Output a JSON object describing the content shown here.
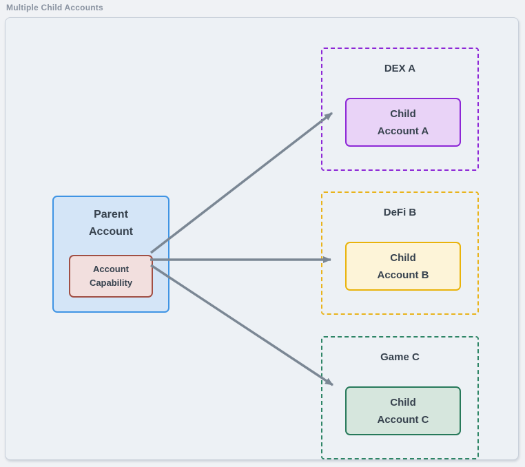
{
  "title": "Multiple Child Accounts",
  "parent": {
    "line1": "Parent",
    "line2": "Account",
    "capability_line1": "Account",
    "capability_line2": "Capability"
  },
  "groups": [
    {
      "label": "DEX A",
      "child_line1": "Child",
      "child_line2": "Account A"
    },
    {
      "label": "DeFi B",
      "child_line1": "Child",
      "child_line2": "Account B"
    },
    {
      "label": "Game C",
      "child_line1": "Child",
      "child_line2": "Account C"
    }
  ],
  "colors": {
    "frame_bg": "#edf1f5",
    "frame_border": "#c9d0da",
    "title_text": "#8a93a1",
    "label_text": "#37424e",
    "parent_fill": "#d4e5f7",
    "parent_border": "#3f94e4",
    "capability_fill": "#f2dfde",
    "capability_border": "#a14f44",
    "dex_accent": "#8d27d6",
    "dex_child_fill": "#e9d3f7",
    "defi_accent": "#e9b30b",
    "defi_child_fill": "#fdf4d8",
    "game_accent": "#27795a",
    "game_child_fill": "#d6e6dd",
    "arrow": "#7b8794"
  }
}
